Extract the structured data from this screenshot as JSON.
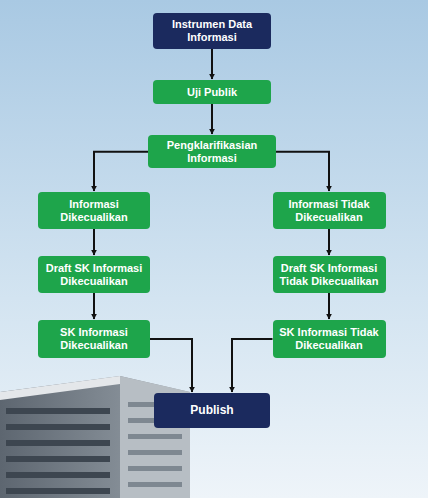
{
  "diagram": {
    "nodes": [
      {
        "text": [
          "Instrumen Data Informasi"
        ]
      },
      {
        "text": [
          "Uji Publik"
        ]
      },
      {
        "text": [
          "Pengklarifikasian Informasi"
        ]
      },
      {
        "text": [
          "Informasi Dikecualikan"
        ]
      },
      {
        "text": [
          "Informasi Tidak Dikecualikan"
        ]
      },
      {
        "text": [
          "Draft SK Informasi Dikecualikan"
        ]
      },
      {
        "text": [
          "Draft SK Informasi Tidak Dikecualikan"
        ]
      },
      {
        "text": [
          "SK Informasi Dikecualikan"
        ]
      },
      {
        "text": [
          "SK Informasi Tidak Dikecualikan"
        ]
      },
      {
        "text": [
          "Publish"
        ]
      }
    ],
    "edges": [
      {
        "from": 0,
        "to": 1,
        "arrow": "to"
      },
      {
        "from": 1,
        "to": 2,
        "arrow": "to"
      },
      {
        "from": 2,
        "to": 3,
        "arrow": "to"
      },
      {
        "from": 2,
        "to": 4,
        "arrow": "to"
      },
      {
        "from": 3,
        "to": 5,
        "arrow": "to"
      },
      {
        "from": 4,
        "to": 6,
        "arrow": "to"
      },
      {
        "from": 5,
        "to": 7,
        "arrow": "to"
      },
      {
        "from": 6,
        "to": 8,
        "arrow": "to"
      },
      {
        "from": 7,
        "to": 9,
        "arrow": "to"
      },
      {
        "from": 8,
        "to": 9,
        "arrow": "to"
      }
    ]
  }
}
